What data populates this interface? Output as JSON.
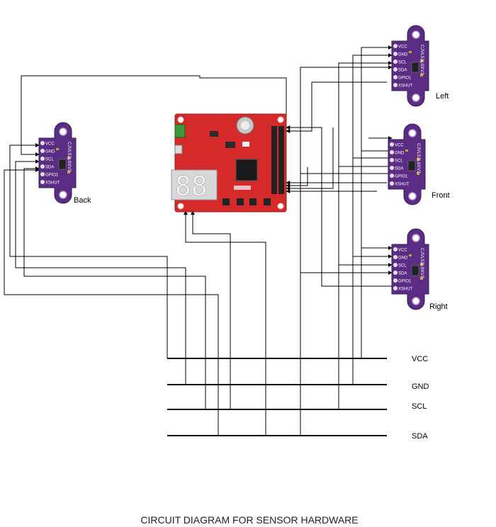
{
  "title": "CIRCUIT DIAGRAM FOR SENSOR HARDWARE",
  "sensor_module": {
    "part_name": "CJVL53L0XV2",
    "pins": [
      "VCC",
      "GND",
      "SCL",
      "SDA",
      "GPIO1",
      "XSHUT"
    ],
    "board_color": "#5b2c83"
  },
  "sensors": {
    "back": {
      "label": "Back"
    },
    "left": {
      "label": "Left"
    },
    "front": {
      "label": "Front"
    },
    "right": {
      "label": "Right"
    }
  },
  "mcu_board": {
    "board_color": "#d42a2a",
    "display_digits": "88"
  },
  "buses": {
    "vcc": "VCC",
    "gnd": "GND",
    "scl": "SCL",
    "sda": "SDA"
  }
}
